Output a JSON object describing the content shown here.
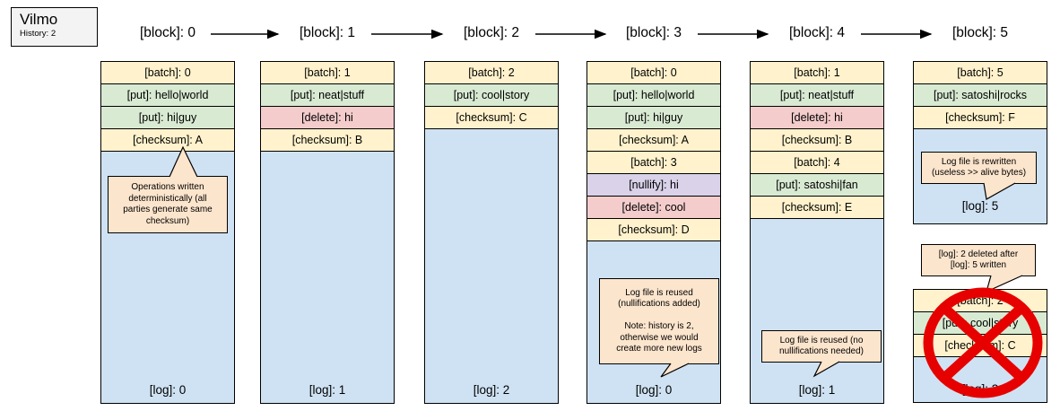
{
  "legend": {
    "title": "Vilmo",
    "subtitle": "History: 2"
  },
  "headers": [
    "[block]: 0",
    "[block]: 1",
    "[block]: 2",
    "[block]: 3",
    "[block]: 4",
    "[block]: 5"
  ],
  "columns": [
    {
      "rows": [
        {
          "type": "batch",
          "label": "[batch]: 0"
        },
        {
          "type": "put",
          "label": "[put]: hello|world"
        },
        {
          "type": "put",
          "label": "[put]: hi|guy"
        },
        {
          "type": "checksum",
          "label": "[checksum]: A"
        }
      ],
      "log": "[log]: 0"
    },
    {
      "rows": [
        {
          "type": "batch",
          "label": "[batch]: 1"
        },
        {
          "type": "put",
          "label": "[put]: neat|stuff"
        },
        {
          "type": "delete",
          "label": "[delete]: hi"
        },
        {
          "type": "checksum",
          "label": "[checksum]: B"
        }
      ],
      "log": "[log]: 1"
    },
    {
      "rows": [
        {
          "type": "batch",
          "label": "[batch]: 2"
        },
        {
          "type": "put",
          "label": "[put]: cool|story"
        },
        {
          "type": "checksum",
          "label": "[checksum]: C"
        }
      ],
      "log": "[log]: 2"
    },
    {
      "rows": [
        {
          "type": "batch",
          "label": "[batch]: 0"
        },
        {
          "type": "put",
          "label": "[put]: hello|world"
        },
        {
          "type": "put",
          "label": "[put]: hi|guy"
        },
        {
          "type": "checksum",
          "label": "[checksum]: A"
        },
        {
          "type": "batch",
          "label": "[batch]: 3"
        },
        {
          "type": "nullify",
          "label": "[nullify]: hi"
        },
        {
          "type": "delete",
          "label": "[delete]: cool"
        },
        {
          "type": "checksum",
          "label": "[checksum]: D"
        }
      ],
      "log": "[log]: 0"
    },
    {
      "rows": [
        {
          "type": "batch",
          "label": "[batch]: 1"
        },
        {
          "type": "put",
          "label": "[put]: neat|stuff"
        },
        {
          "type": "delete",
          "label": "[delete]: hi"
        },
        {
          "type": "checksum",
          "label": "[checksum]: B"
        },
        {
          "type": "batch",
          "label": "[batch]: 4"
        },
        {
          "type": "put",
          "label": "[put]: satoshi|fan"
        },
        {
          "type": "checksum",
          "label": "[checksum]: E"
        }
      ],
      "log": "[log]: 1"
    },
    {
      "rows": [
        {
          "type": "batch",
          "label": "[batch]: 5"
        },
        {
          "type": "put",
          "label": "[put]: satoshi|rocks"
        },
        {
          "type": "checksum",
          "label": "[checksum]: F"
        }
      ],
      "log": "[log]: 5"
    }
  ],
  "deleted_stack": {
    "rows": [
      {
        "type": "batch",
        "label": "[batch]: 2"
      },
      {
        "type": "put",
        "label": "[put]: cool|story"
      },
      {
        "type": "checksum",
        "label": "[checksum]: C"
      }
    ],
    "log": "[log]: 2"
  },
  "callouts": {
    "deterministic": "Operations written\ndeterministically (all\nparties generate same\nchecksum)",
    "reused_nullifications": "Log file is reused\n(nullifications added)\n\nNote: history is 2,\notherwise we would\ncreate more new logs",
    "reused_no_nullifications": "Log file is reused (no\nnullifications needed)",
    "rewritten": "Log file is rewritten\n(useless >> alive bytes)",
    "deleted_after": "[log]: 2 deleted after\n[log]: 5 written"
  },
  "colors": {
    "batch": "#fff2cc",
    "checksum": "#fff2cc",
    "put": "#d9ead3",
    "delete": "#f4cccc",
    "nullify": "#d9d2e9",
    "log": "#cfe2f3",
    "callout": "#fce5cd",
    "legend_bg": "#f3f3f3",
    "cross": "#e60000",
    "line": "#000000"
  }
}
